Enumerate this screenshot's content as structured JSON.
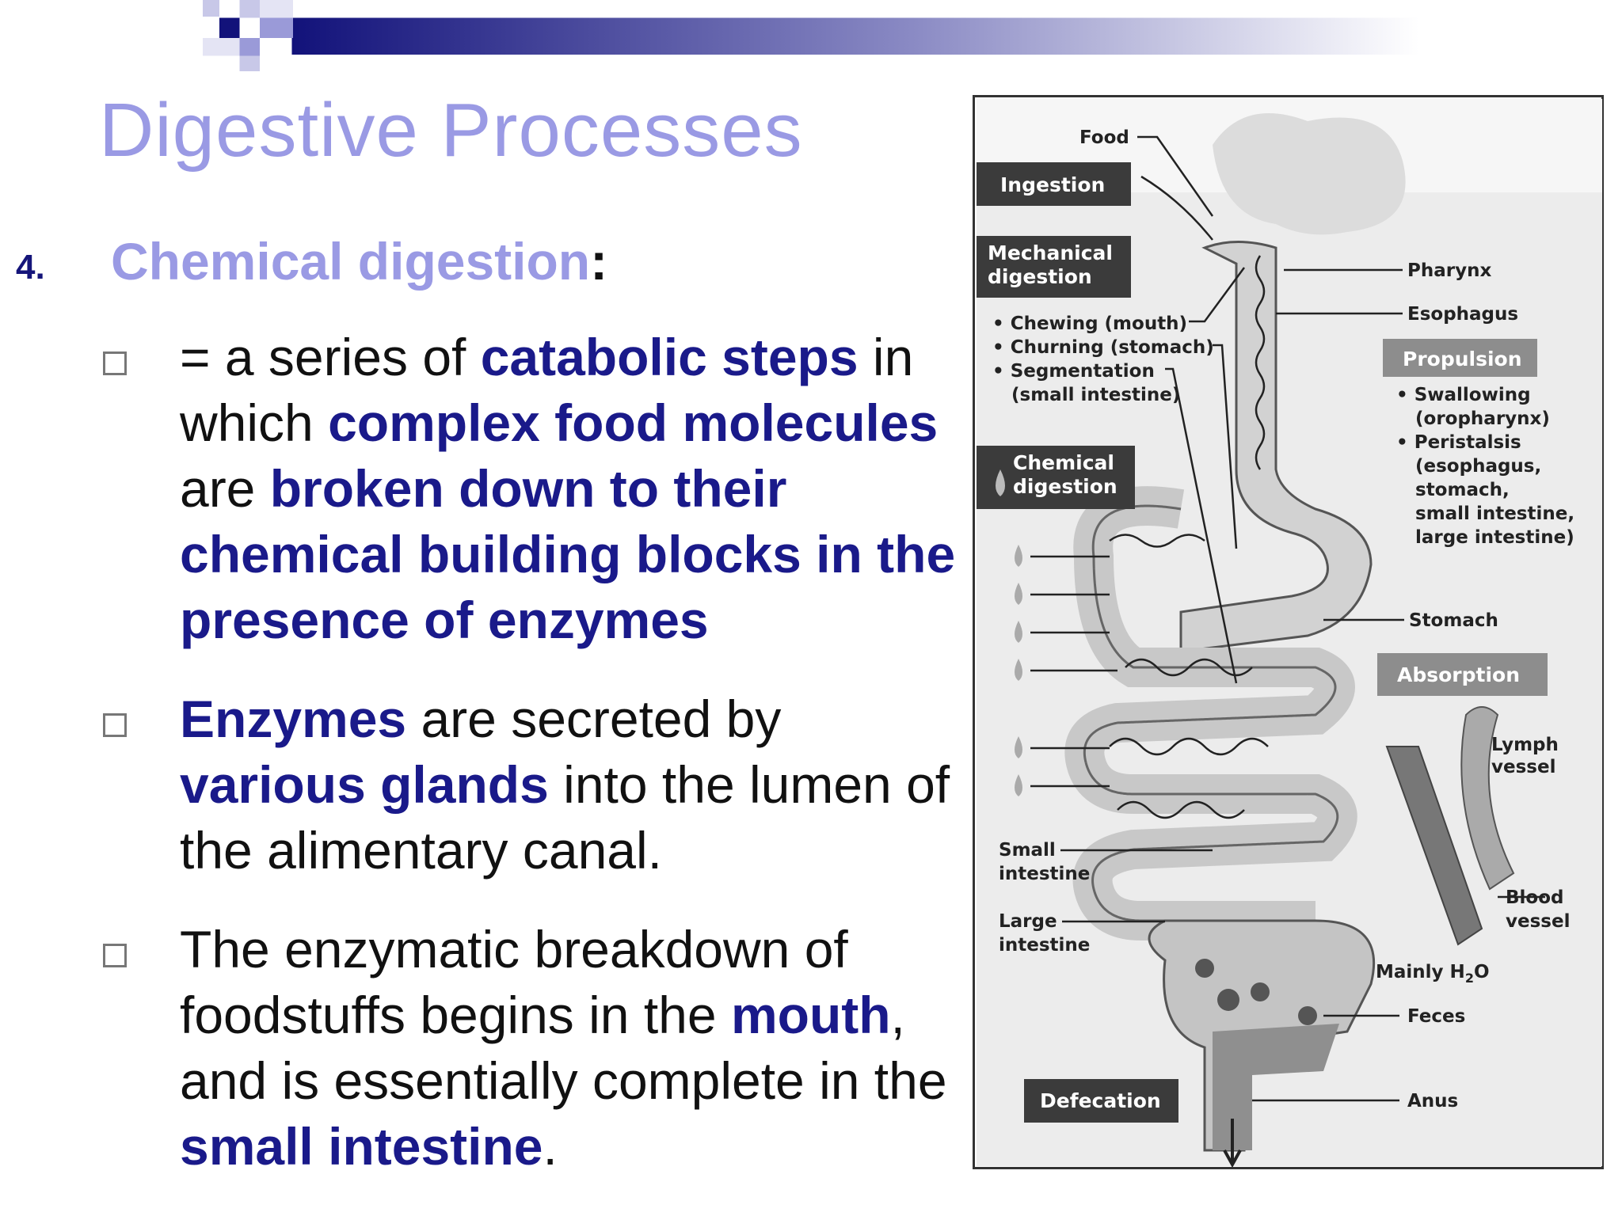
{
  "slide": {
    "title": "Digestive Processes",
    "item_number": "4.",
    "heading": "Chemical digestion",
    "heading_suffix": ":"
  },
  "bullets": [
    {
      "segments": [
        {
          "text": "=  a series of ",
          "bold": false
        },
        {
          "text": "catabolic steps",
          "bold": true
        },
        {
          "text": " in which ",
          "bold": false
        },
        {
          "text": "complex food molecules",
          "bold": true
        },
        {
          "text": " are ",
          "bold": false
        },
        {
          "text": "broken down to their chemical building blocks in the presence of enzymes",
          "bold": true
        }
      ]
    },
    {
      "segments": [
        {
          "text": "Enzymes",
          "bold": true
        },
        {
          "text": " are secreted by ",
          "bold": false
        },
        {
          "text": "various glands",
          "bold": true
        },
        {
          "text": " into the lumen of the alimentary canal.",
          "bold": false
        }
      ]
    },
    {
      "segments": [
        {
          "text": "The enzymatic breakdown of foodstuffs begins in the ",
          "bold": false
        },
        {
          "text": "mouth",
          "bold": true
        },
        {
          "text": ", and is essentially complete in the ",
          "bold": false
        },
        {
          "text": "small intestine",
          "bold": true
        },
        {
          "text": ".",
          "bold": false
        }
      ]
    }
  ],
  "diagram": {
    "process_boxes": {
      "ingestion": "Ingestion",
      "mechanical_1": "Mechanical",
      "mechanical_2": "digestion",
      "chemical_1": "Chemical",
      "chemical_2": "digestion",
      "propulsion": "Propulsion",
      "absorption": "Absorption",
      "defecation": "Defecation"
    },
    "labels": {
      "food": "Food",
      "chewing": "• Chewing (mouth)",
      "churning": "• Churning (stomach)",
      "segmentation": "• Segmentation",
      "segmentation_2": "(small intestine)",
      "pharynx": "Pharynx",
      "esophagus": "Esophagus",
      "swallowing": "• Swallowing",
      "swallowing_2": "(oropharynx)",
      "peristalsis": "• Peristalsis",
      "peristalsis_2": "(esophagus,",
      "peristalsis_3": "stomach,",
      "peristalsis_4": "small intestine,",
      "peristalsis_5": "large intestine)",
      "stomach": "Stomach",
      "lymph_1": "Lymph",
      "lymph_2": "vessel",
      "small_int_1": "Small",
      "small_int_2": "intestine",
      "large_int_1": "Large",
      "large_int_2": "intestine",
      "blood_1": "Blood",
      "blood_2": "vessel",
      "mainly_h2o": "Mainly H",
      "h2o_sub": "2",
      "h2o_o": "O",
      "feces": "Feces",
      "anus": "Anus"
    }
  },
  "colors": {
    "title": "#9a9ae4",
    "emphasis": "#1a1a8a",
    "process_box_dark": "#3b3b3b",
    "process_box_mid": "#8d8d8d"
  }
}
